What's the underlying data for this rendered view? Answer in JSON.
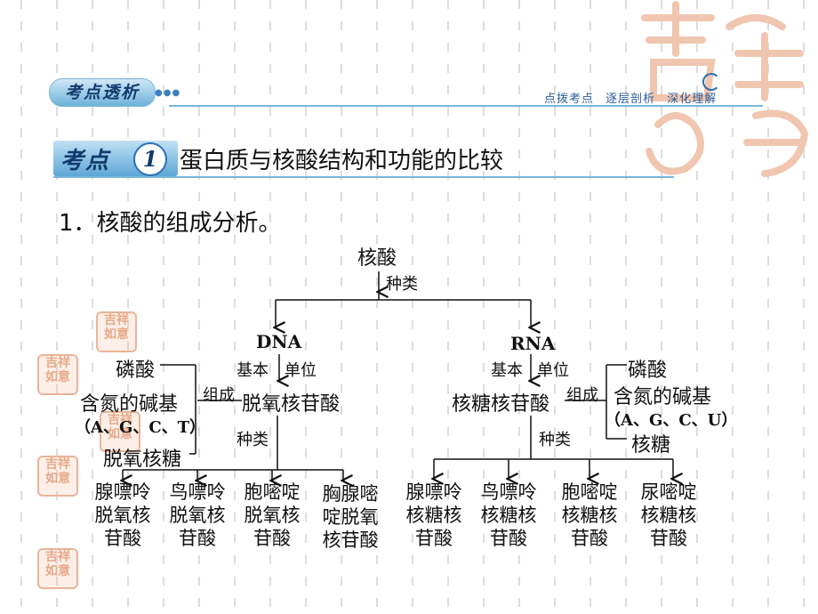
{
  "header": {
    "badge": "考点透析",
    "dots": "●●●",
    "right_text": "点拨考点 逐层剖析 深化理解"
  },
  "topic": {
    "label": "考点",
    "number": "1",
    "title": "蛋白质与核酸结构和功能的比较"
  },
  "section": "1．核酸的组成分析。",
  "diagram": {
    "root": "核酸",
    "root_edge": "种类",
    "dna": {
      "name": "DNA",
      "edge_left": "基本",
      "edge_right": "单位",
      "unit": "脱氧核苷酸",
      "compose": "组成",
      "components": [
        "磷酸",
        "含氮的碱基",
        "（A、G、C、T）",
        "脱氧核糖"
      ],
      "kinds_label": "种类",
      "kinds": [
        "腺嘌呤\n脱氧核\n苷酸",
        "鸟嘌呤\n脱氧核\n苷酸",
        "胞嘧啶\n脱氧核\n苷酸",
        "胸腺嘧\n啶脱氧\n核苷酸"
      ]
    },
    "rna": {
      "name": "RNA",
      "edge_left": "基本",
      "edge_right": "单位",
      "unit": "核糖核苷酸",
      "compose": "组成",
      "components": [
        "磷酸",
        "含氮的碱基",
        "（A、G、C、U）",
        "核糖"
      ],
      "kinds_label": "种类",
      "kinds": [
        "腺嘌呤\n核糖核\n苷酸",
        "鸟嘌呤\n核糖核\n苷酸",
        "胞嘧啶\n核糖核\n苷酸",
        "尿嘧啶\n核糖核\n苷酸"
      ]
    }
  },
  "colors": {
    "accent_blue": "#7ab7da",
    "grid": "#dddddd",
    "deco": "#e7a98a"
  },
  "icons": [
    "stamp-icon",
    "stamp-icon",
    "stamp-icon",
    "stamp-icon",
    "stamp-icon"
  ]
}
